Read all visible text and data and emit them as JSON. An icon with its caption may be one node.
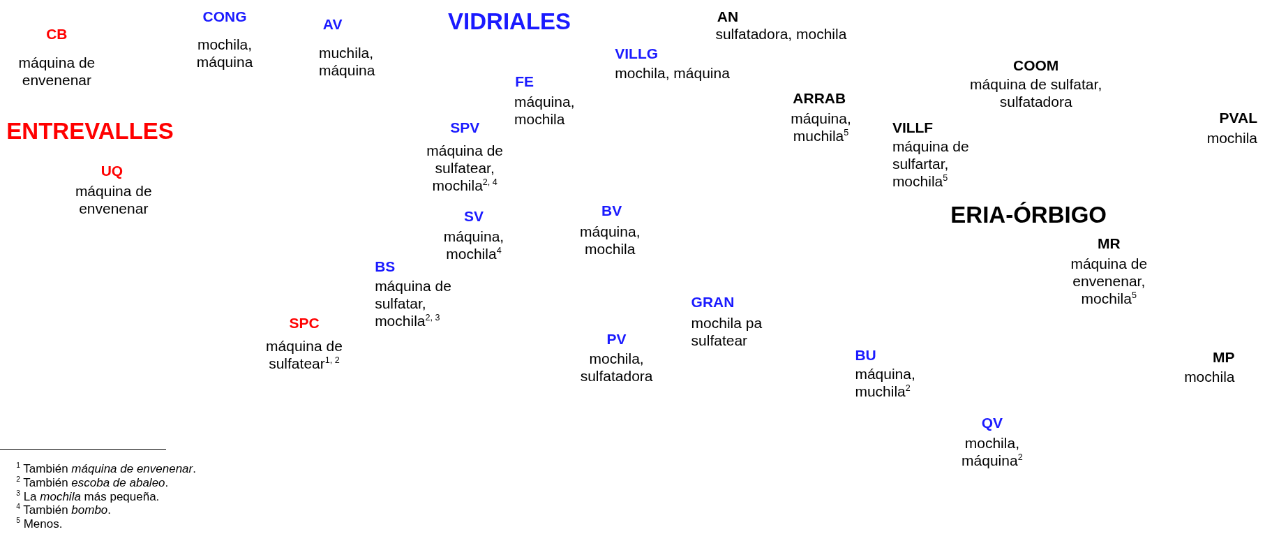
{
  "diagram": {
    "labels": [
      "CB",
      "máquina de envenenar",
      "CONG",
      "mochila, máquina",
      "AV",
      "muchila, máquina",
      "VIDRIALES",
      "AN",
      "sulfatadora, mochila",
      "VILLG",
      "mochila, máquina",
      "COOM",
      "máquina de sulfatar, sulfatadora",
      "FE",
      "máquina, mochila",
      "ARRAB",
      "máquina, muchila$^{5}$",
      "ENTREVALLES",
      "SPV",
      "máquina de sulfatear, mochila$^{2, 4}$",
      "VILLF",
      "máquina de sulfartar, mochila$^{5}$",
      "PVAL",
      "mochila",
      "UQ",
      "máquina de envenenar",
      "BV",
      "máquina, mochila",
      "SV",
      "máquina, mochila$^{4}$",
      "ERIA-ÓRBIGO",
      "MR",
      "máquina de envenenar, mochila$^{5}$",
      "BS",
      "máquina de sulfatar, mochila$^{2, 3}$",
      "GRAN",
      "mochila pa sulfatear",
      "SPC",
      "máquina de sulfatear$^{1, 2}$",
      "PV",
      "mochila, sulfatadora",
      "BU",
      "máquina, muchila$^{2}$",
      "MP",
      "mochila",
      "QV",
      "mochila, máquina$^{2}$",
      "$^{1}$ También *máquina de envenenar*.",
      "$^{2}$ También *escoba de abaleo*.",
      "$^{3}$ La *mochila* más pequeña.",
      "$^{4}$ También *bombo*.",
      "$^{5}$ Menos."
    ]
  }
}
